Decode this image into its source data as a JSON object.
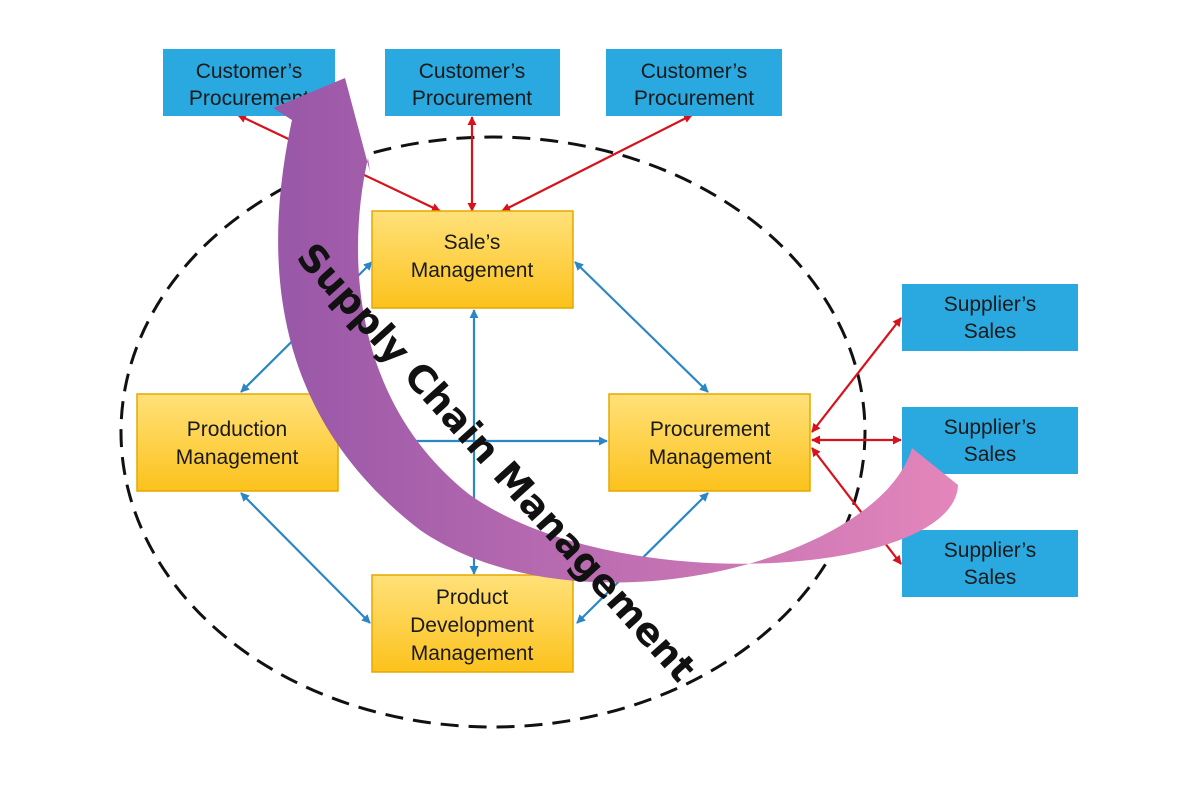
{
  "diagram": {
    "customers": [
      {
        "lines": [
          "Customer’s",
          "Procurement"
        ]
      },
      {
        "lines": [
          "Customer’s",
          "Procurement"
        ]
      },
      {
        "lines": [
          "Customer’s",
          "Procurement"
        ]
      }
    ],
    "suppliers": [
      {
        "lines": [
          "Supplier’s",
          "Sales"
        ]
      },
      {
        "lines": [
          "Supplier’s",
          "Sales"
        ]
      },
      {
        "lines": [
          "Supplier’s",
          "Sales"
        ]
      }
    ],
    "internal": {
      "sales": {
        "lines": [
          "Sale’s",
          "Management"
        ]
      },
      "production": {
        "lines": [
          "Production",
          "Management"
        ]
      },
      "procurement": {
        "lines": [
          "Procurement",
          "Management"
        ]
      },
      "product_dev": {
        "lines": [
          "Product",
          "Development",
          "Management"
        ]
      }
    },
    "arc_label": "Supply Chain Management"
  },
  "colors": {
    "external_box": "#2aa8e0",
    "internal_box_top": "#ffe17a",
    "internal_box_bottom": "#fcc21c",
    "internal_border": "#e5a800",
    "red_arrow": "#d8111b",
    "blue_arrow": "#2b86c6",
    "arc_start": "#9a58a8",
    "arc_end": "#e486bb",
    "boundary": "#111111"
  }
}
